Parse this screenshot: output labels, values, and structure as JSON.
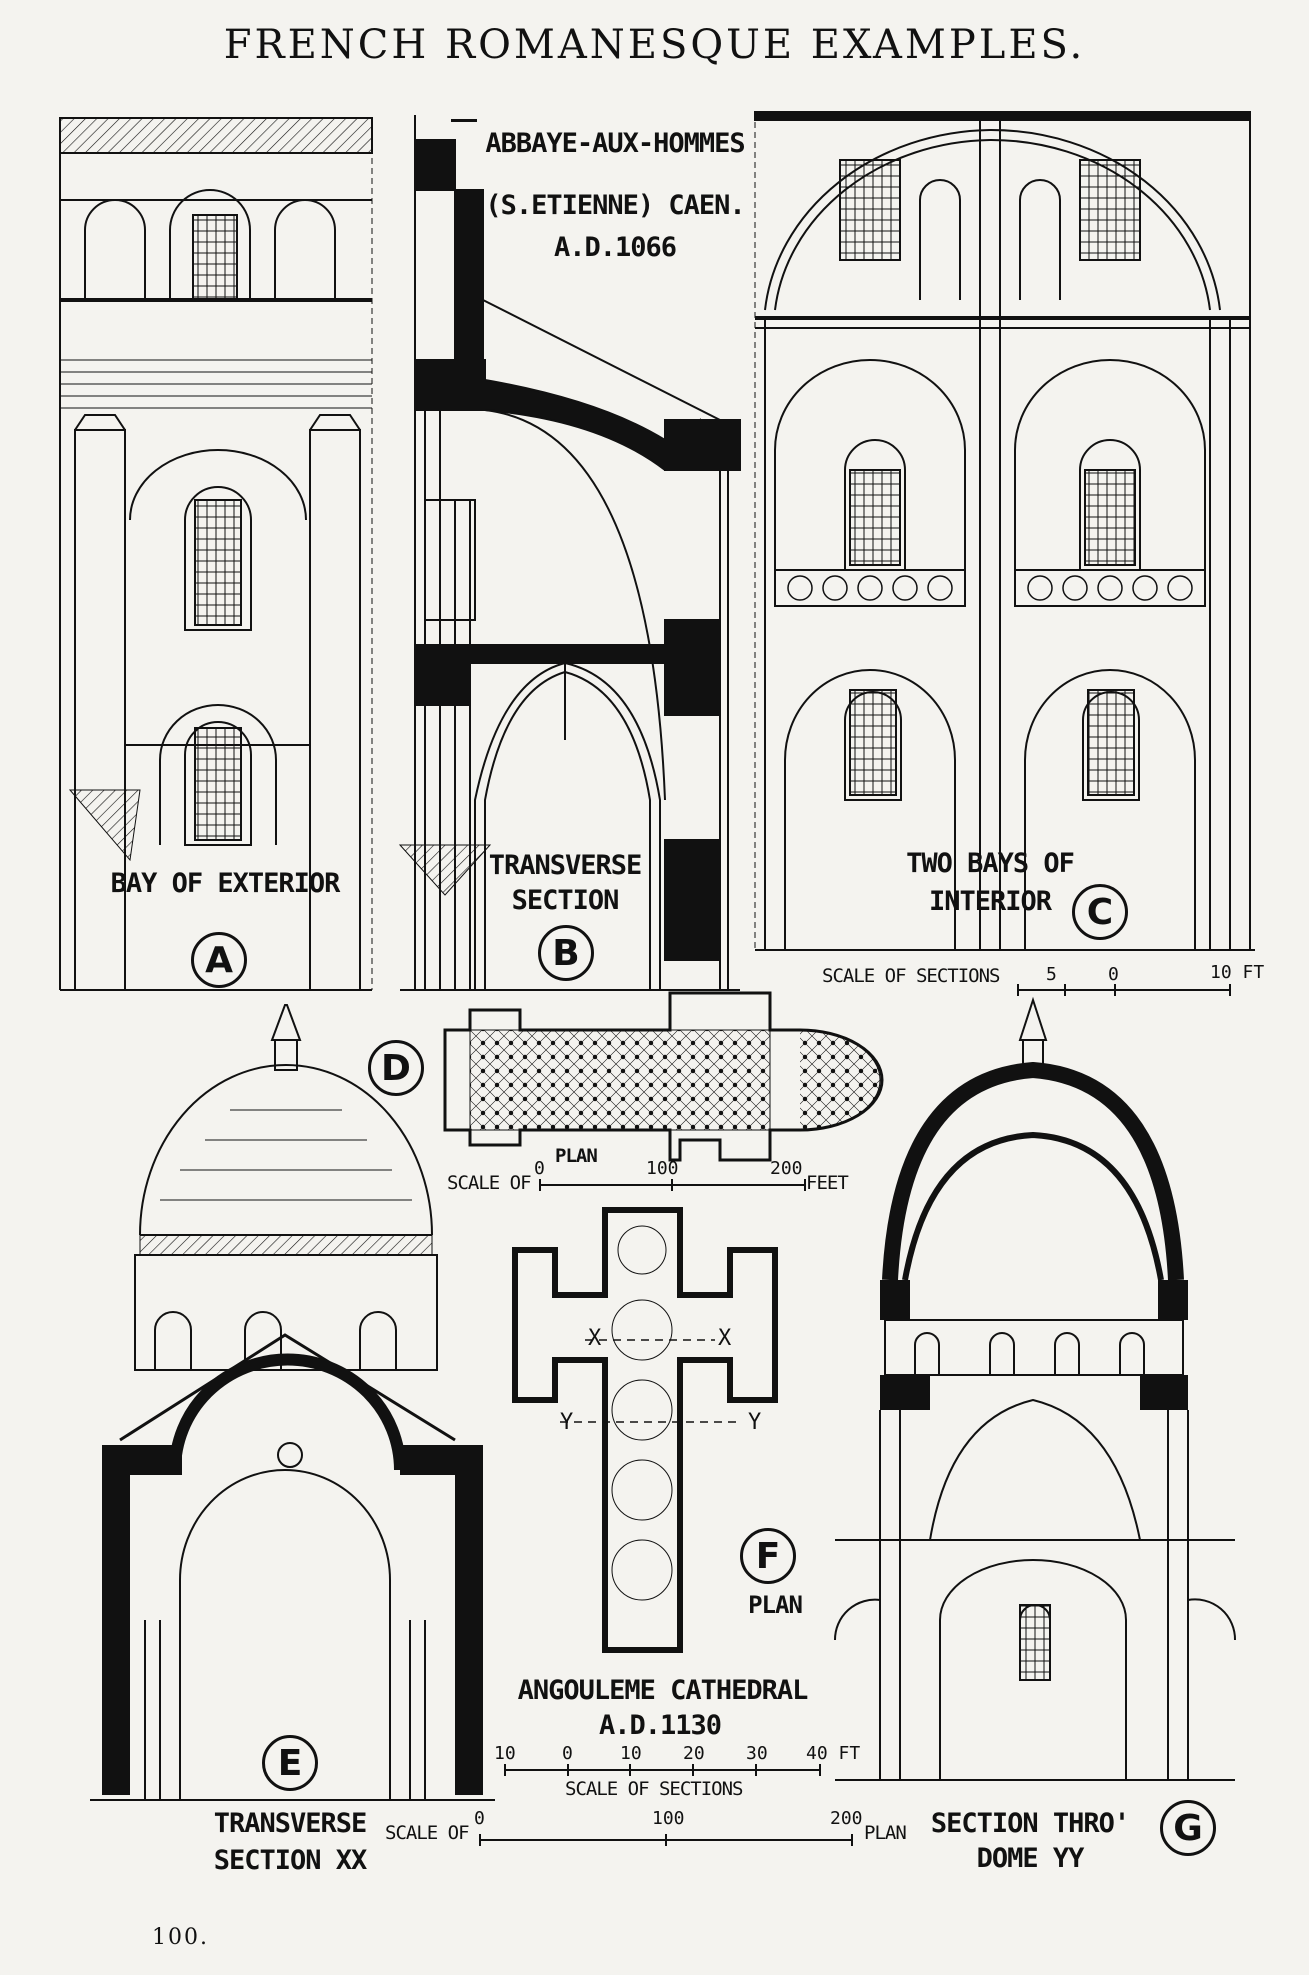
{
  "title": "FRENCH ROMANESQUE EXAMPLES.",
  "caen": {
    "heading_line1": "ABBAYE-AUX-HOMMES",
    "heading_line2": "(S.ETIENNE) CAEN.",
    "date": "A.D.1066",
    "caption_a": "BAY OF EXTERIOR",
    "label_a": "A",
    "caption_b_line1": "TRANSVERSE",
    "caption_b_line2": "SECTION",
    "label_b": "B",
    "caption_c_line1": "TWO BAYS OF",
    "caption_c_line2": "INTERIOR",
    "label_c": "C",
    "scale_label": "SCALE OF SECTIONS",
    "scale_ticks": [
      "5",
      "0",
      "10 FT"
    ]
  },
  "plan_d": {
    "label": "D",
    "caption": "PLAN",
    "scale_label": "SCALE OF",
    "scale_ticks": [
      "0",
      "100",
      "200"
    ],
    "scale_unit": "FEET"
  },
  "angouleme": {
    "label_e": "E",
    "caption_e_line1": "TRANSVERSE",
    "caption_e_line2": "SECTION XX",
    "label_f": "F",
    "caption_f": "PLAN",
    "name": "ANGOULEME CATHEDRAL",
    "date": "A.D.1130",
    "section_scale_ticks": [
      "10",
      "0",
      "10",
      "20",
      "30",
      "40 FT"
    ],
    "section_scale_label": "SCALE OF SECTIONS",
    "plan_scale_label": "SCALE OF",
    "plan_scale_ticks": [
      "0",
      "100",
      "200"
    ],
    "plan_scale_unit": "PLAN",
    "marker_x": "X",
    "marker_y": "Y",
    "caption_g_line1": "SECTION THRO'",
    "caption_g_line2": "DOME YY",
    "label_g": "G"
  },
  "page_number": "100."
}
